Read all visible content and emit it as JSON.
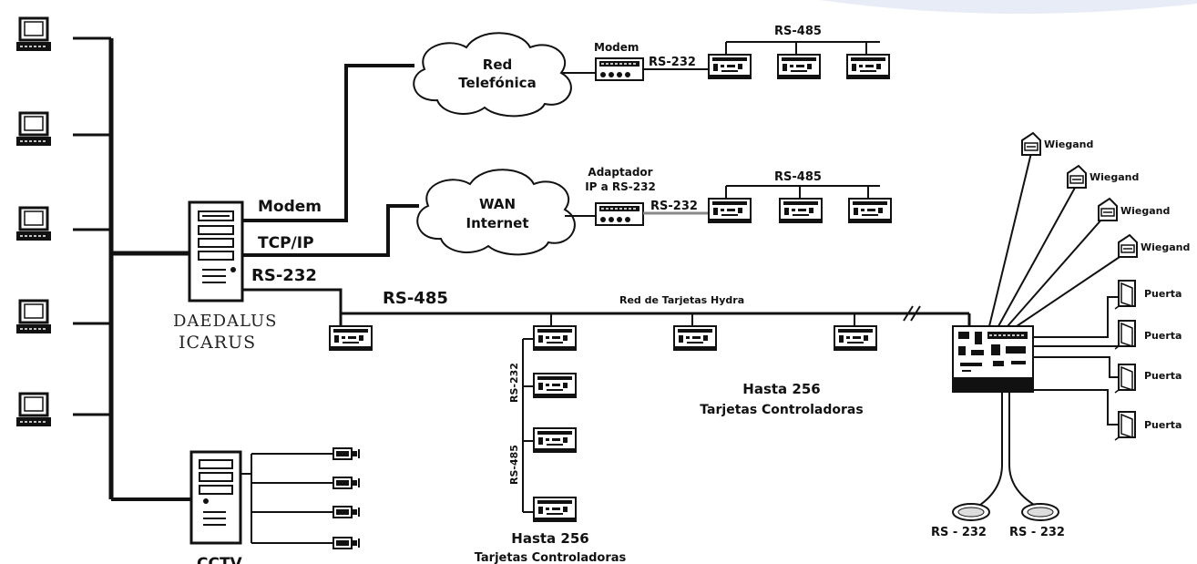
{
  "clouds": {
    "telephone": [
      "Red",
      "Telefónica"
    ],
    "wan": [
      "WAN",
      "Internet"
    ]
  },
  "server": {
    "links": {
      "modem": "Modem",
      "tcpip": "TCP/IP",
      "rs232": "RS-232"
    },
    "name_line1": "DAEDALUS",
    "name_line2": "ICARUS"
  },
  "cctv": {
    "label": "CCTV"
  },
  "devices": {
    "modem": "Modem",
    "adapter": [
      "Adaptador",
      "IP a RS-232"
    ]
  },
  "links": {
    "rs232_top": "RS-232",
    "rs485_top": "RS-485",
    "rs232_mid": "RS-232",
    "rs485_mid": "RS-485",
    "rs485_main": "RS-485",
    "hydra_network": "Red de Tarjetas Hydra",
    "vertical_rs232": "RS-232",
    "vertical_rs485": "RS-485"
  },
  "capacity": {
    "right": [
      "Hasta 256",
      "Tarjetas Controladoras"
    ],
    "bottom": [
      "Hasta 256",
      "Tarjetas Controladoras"
    ]
  },
  "peripherals": {
    "wiegand": [
      "Wiegand",
      "Wiegand",
      "Wiegand",
      "Wiegand"
    ],
    "doors": [
      "Puerta",
      "Puerta",
      "Puerta",
      "Puerta"
    ],
    "serial_ports": [
      "RS - 232",
      "RS - 232"
    ]
  }
}
